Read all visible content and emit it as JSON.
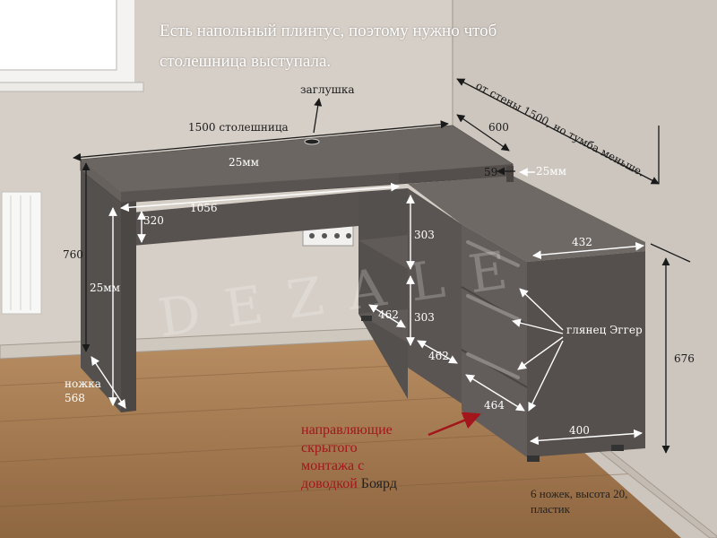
{
  "notes": {
    "line1": "Есть напольный плинтус, поэтому нужно чтоб",
    "line2": "столешница выступала."
  },
  "labels": {
    "plug": "заглушка",
    "top_width": "1500 столешница",
    "top_depth": "600",
    "wall_note": "от стены 1500, но тумба меньше.",
    "thick_top": "25мм",
    "gap_59": "59",
    "thick_right": "25мм",
    "depth_320": "320",
    "width_1056": "1056",
    "height_760": "760",
    "thick_leg": "25мм",
    "leg_1": "ножка",
    "leg_2": "568",
    "shelf_303_a": "303",
    "shelf_303_b": "303",
    "shelf_462_a": "462",
    "shelf_462_b": "462",
    "drawer_464": "464",
    "cab_432": "432",
    "gloss": "глянец Эггер",
    "cab_height": "676",
    "cab_400": "400",
    "feet_1": "6 ножек, высота 20,",
    "feet_2": "пластик",
    "watermark": "DEZALE",
    "guides_1": "направляющие",
    "guides_2": "скрытого",
    "guides_3": "монтажа с",
    "guides_4": "доводкой",
    "guides_brand": "Боярд"
  },
  "colors": {
    "wall": "#d9d3cc",
    "floor": "#a27a52",
    "furniture": "#5f5a57",
    "red": "#a3161b",
    "white": "#ffffff"
  }
}
